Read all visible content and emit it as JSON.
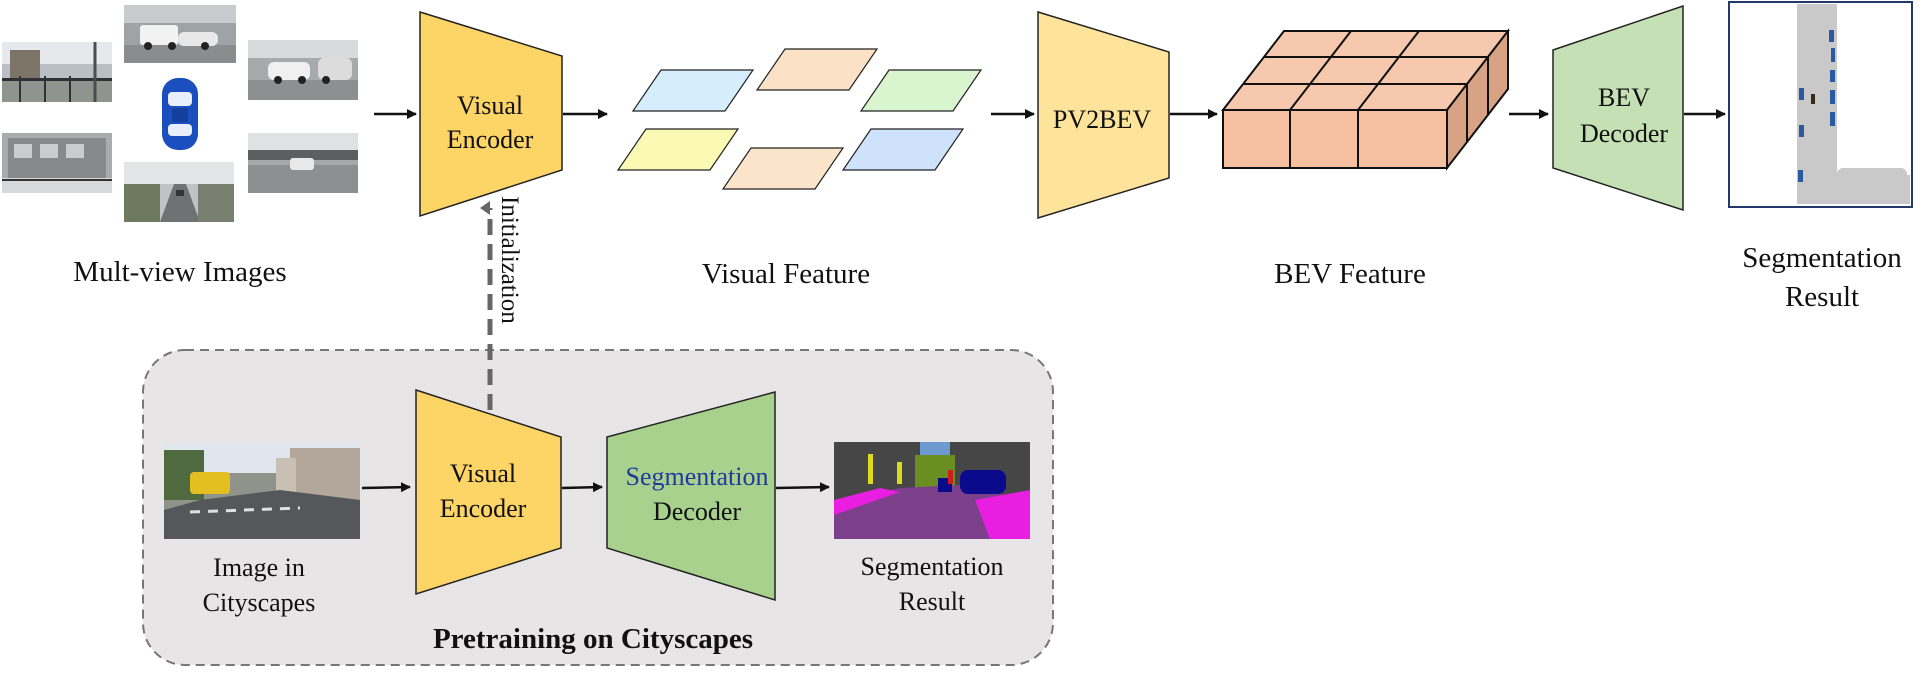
{
  "input": {
    "label": "Mult-view Images"
  },
  "visual_encoder": {
    "line1": "Visual",
    "line2": "Encoder"
  },
  "initialization_label": "Initialization",
  "visual_feature": {
    "label": "Visual Feature"
  },
  "pv2bev": {
    "label": "PV2BEV"
  },
  "bev_feature": {
    "label": "BEV Feature"
  },
  "bev_decoder": {
    "line1": "BEV",
    "line2": "Decoder"
  },
  "segmentation_result": {
    "line1": "Segmentation",
    "line2": "Result"
  },
  "pretraining": {
    "title": "Pretraining on Cityscapes",
    "image_label_line1": "Image in",
    "image_label_line2": "Cityscapes",
    "encoder_line1": "Visual",
    "encoder_line2": "Encoder",
    "decoder_line1": "Segmentation",
    "decoder_line2": "Decoder",
    "result_line1": "Segmentation",
    "result_line2": "Result"
  },
  "colors": {
    "encoder_fill": "#fdd466",
    "pv2bev_fill": "#fde49a",
    "decoder_fill": "#c5e0b4",
    "seg_decoder_fill": "#a9d18e",
    "bev_cube_fill": "#f4c0a0",
    "panel_fill": "#e7e5e6",
    "seg_text_blue": "#1f3c9b",
    "car_blue": "#1b4fbf"
  }
}
